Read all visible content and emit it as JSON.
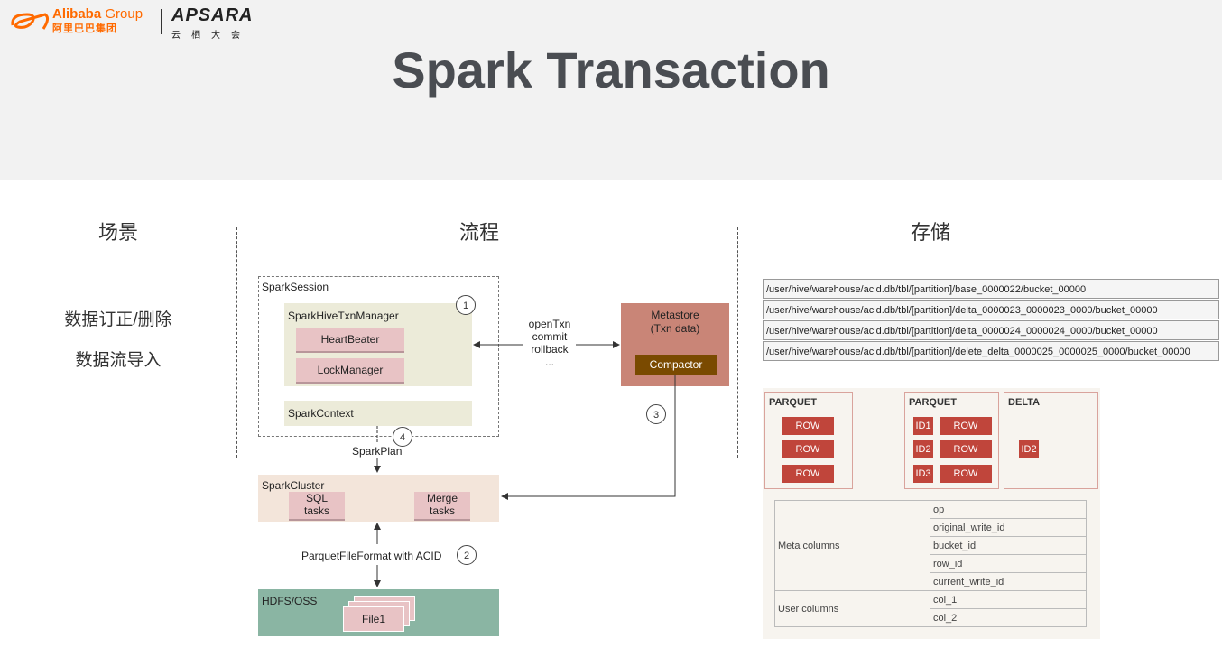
{
  "logo": {
    "brand": "Alibaba",
    "group": "Group",
    "brand_cn": "阿里巴巴集团",
    "event": "APSARA",
    "event_cn": "云栖大会"
  },
  "title": "Spark Transaction",
  "columns": {
    "scene": "场景",
    "flow": "流程",
    "storage": "存储"
  },
  "scenes": [
    "数据订正/删除",
    "数据流导入"
  ],
  "flow": {
    "spark_session": "SparkSession",
    "txn_manager": "SparkHiveTxnManager",
    "heartbeater": "HeartBeater",
    "lock_manager": "LockManager",
    "spark_context": "SparkContext",
    "spark_plan": "SparkPlan",
    "spark_cluster": "SparkCluster",
    "sql_tasks_1": "SQL",
    "sql_tasks_2": "tasks",
    "merge_tasks_1": "Merge",
    "merge_tasks_2": "tasks",
    "parquet_acid": "ParquetFileFormat with ACID",
    "hdfs": "HDFS/OSS",
    "file1": "File1",
    "metastore_1": "Metastore",
    "metastore_2": "(Txn data)",
    "compactor": "Compactor",
    "ops": [
      "openTxn",
      "commit",
      "rollback",
      "..."
    ],
    "steps": [
      "1",
      "2",
      "3",
      "4"
    ]
  },
  "storage": {
    "paths": [
      "/user/hive/warehouse/acid.db/tbl/[partition]/base_0000022/bucket_00000",
      "/user/hive/warehouse/acid.db/tbl/[partition]/delta_0000023_0000023_0000/bucket_00000",
      "/user/hive/warehouse/acid.db/tbl/[partition]/delta_0000024_0000024_0000/bucket_00000",
      "/user/hive/warehouse/acid.db/tbl/[partition]/delete_delta_0000025_0000025_0000/bucket_00000"
    ],
    "parquet_left": "PARQUET",
    "parquet_right": "PARQUET",
    "delta": "DELTA",
    "row": "ROW",
    "ids": [
      "ID1",
      "ID2",
      "ID3"
    ],
    "delta_id": "ID2",
    "meta_label": "Meta columns",
    "meta_cols": [
      "op",
      "original_write_id",
      "bucket_id",
      "row_id",
      "current_write_id"
    ],
    "user_label": "User columns",
    "user_cols": [
      "col_1",
      "col_2"
    ]
  },
  "colors": {
    "accent_orange": "#ff6a00",
    "metastore": "#c98577",
    "compactor": "#7a4a00",
    "cluster": "#f1e4da",
    "hdfs": "#8ab5a3",
    "row_red": "#c0453b"
  }
}
